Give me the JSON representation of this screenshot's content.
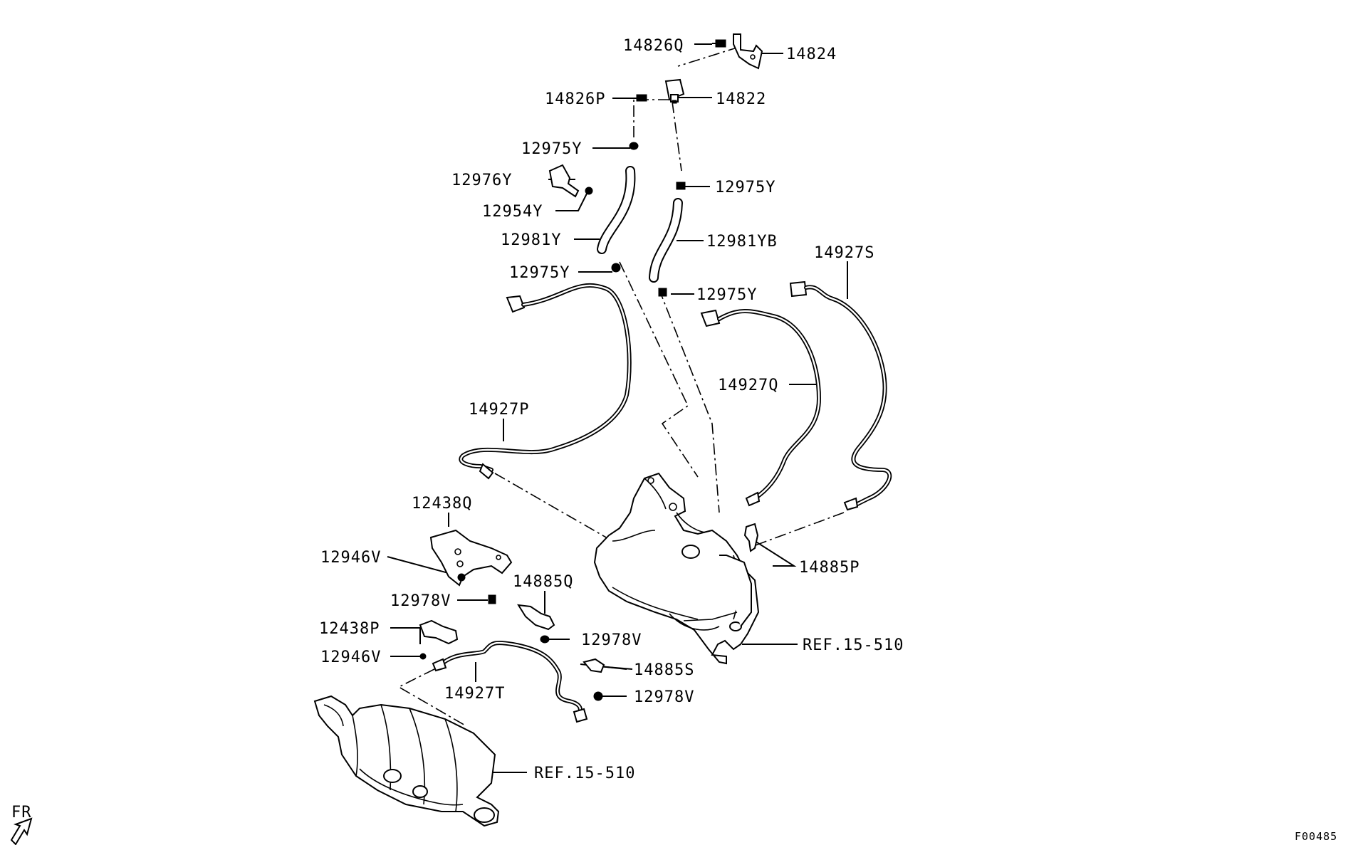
{
  "diagram": {
    "labels": {
      "l_14826Q": "14826Q",
      "l_14824": "14824",
      "l_14826P": "14826P",
      "l_14822": "14822",
      "l_12975Y_a": "12975Y",
      "l_12976Y": "12976Y",
      "l_12975Y_b": "12975Y",
      "l_12954Y": "12954Y",
      "l_12981Y": "12981Y",
      "l_12981YB": "12981YB",
      "l_12975Y_c": "12975Y",
      "l_14927S": "14927S",
      "l_12975Y_d": "12975Y",
      "l_14927Q": "14927Q",
      "l_14927P": "14927P",
      "l_12438Q": "12438Q",
      "l_14885P": "14885P",
      "l_12946V_a": "12946V",
      "l_14885Q": "14885Q",
      "l_12978V_a": "12978V",
      "l_12978V_b": "12978V",
      "l_12438P": "12438P",
      "l_REF_upper": "REF.15-510",
      "l_12946V_b": "12946V",
      "l_14885S": "14885S",
      "l_14927T": "14927T",
      "l_12978V_c": "12978V",
      "l_REF_lower": "REF.15-510"
    },
    "front_marker": "FR",
    "figure_code": "F00485"
  }
}
